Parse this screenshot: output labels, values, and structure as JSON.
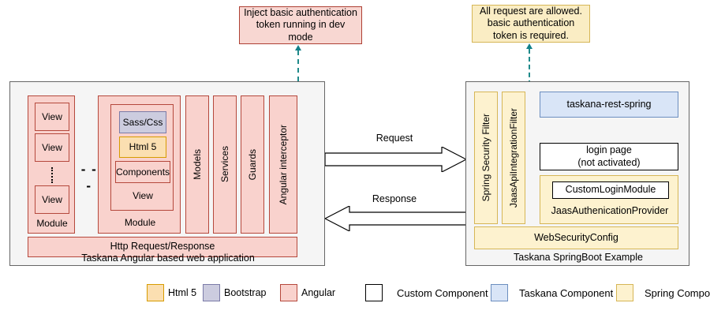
{
  "notes": {
    "angular_note": "Inject basic authentication token running in dev mode",
    "spring_note": "All request are allowed. basic authentication token is required."
  },
  "left_panel": {
    "caption": "Taskana Angular based web application",
    "module_a": {
      "label": "Module",
      "views": [
        "View",
        "View",
        "View"
      ]
    },
    "ellipsis": "- - -",
    "module_b": {
      "label": "Module",
      "view_label": "View",
      "items": [
        "Sass/Css",
        "Html 5",
        "Components"
      ]
    },
    "columns": [
      "Models",
      "Services",
      "Guards",
      "Angular interceptor"
    ],
    "http_bar": "Http Request/Response"
  },
  "arrows": {
    "request": "Request",
    "response": "Response"
  },
  "right_panel": {
    "caption": "Taskana SpringBoot Example",
    "filters": [
      "Spring Security Filter",
      "JaasApiIntegrationFilter"
    ],
    "rest_spring": "taskana-rest-spring",
    "login_page": "login page\n(not activated)",
    "login_page_line1": "login page",
    "login_page_line2": "(not activated)",
    "custom_login_module": "CustomLoginModule",
    "jaas_provider": "JaasAuthenicationProvider",
    "web_security_config": "WebSecurityConfig"
  },
  "legend": {
    "left_items": [
      {
        "label": "Html 5",
        "color": "#fbdfb1",
        "border": "#d79b00"
      },
      {
        "label": "Bootstrap",
        "color": "#ccccdf",
        "border": "#7b7ba8"
      },
      {
        "label": "Angular",
        "color": "#f9d2cd",
        "border": "#b5483c"
      }
    ],
    "right_items": [
      {
        "label": "Custom Component",
        "color": "#ffffff",
        "border": "#000000"
      },
      {
        "label": "Taskana Component",
        "color": "#d9e5f7",
        "border": "#6c8ebf"
      },
      {
        "label": "Spring Component",
        "color": "#fdf2cf",
        "border": "#d6b656"
      }
    ]
  },
  "colors": {
    "angular": "#f9d2cd",
    "angular_border": "#b5483c",
    "html5": "#fbdfb1",
    "html5_border": "#d79b00",
    "bootstrap": "#ccccdf",
    "bootstrap_border": "#7b7ba8",
    "spring": "#fdf2cf",
    "spring_border": "#d6b656",
    "taskana": "#d9e5f7",
    "taskana_border": "#6c8ebf",
    "panel_bg": "#f5f5f5",
    "panel_border": "#666666",
    "connector": "#12808a"
  }
}
